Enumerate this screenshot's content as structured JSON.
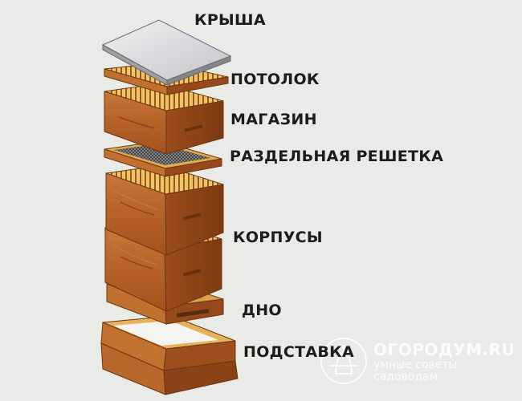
{
  "labels": {
    "roof": "КРЫША",
    "ceiling": "ПОТОЛОК",
    "super": "МАГАЗИН",
    "excluder": "РАЗДЕЛЬНАЯ РЕШЕТКА",
    "bodies": "КОРПУСЫ",
    "bottom": "ДНО",
    "stand": "ПОДСТАВКА"
  },
  "watermark": {
    "site": "ОГОРОДУМ.RU",
    "tagline_1": "умные советы",
    "tagline_2": "садоводам"
  },
  "colors": {
    "background": "#e9ece6",
    "wood_front": "#b8642a",
    "wood_side": "#8e4418",
    "wood_light": "#e2ad4a",
    "roof_top": "#dcdde0",
    "text": "#1c1c1c"
  }
}
